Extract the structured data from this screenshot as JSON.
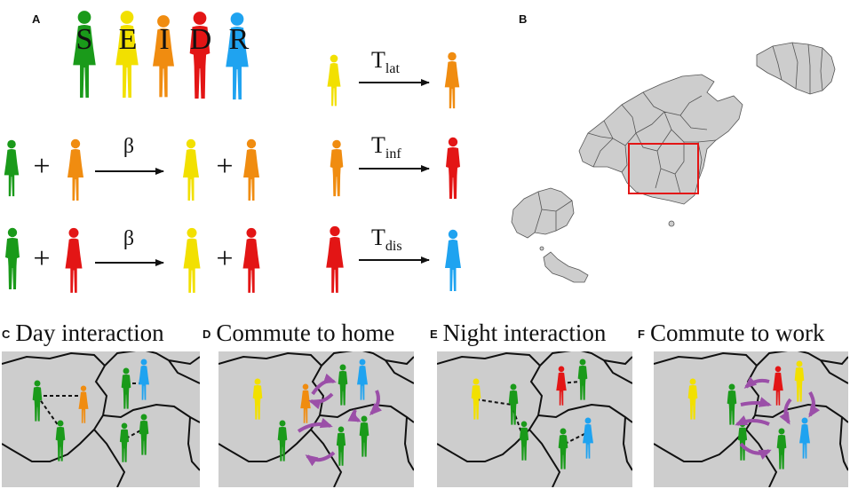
{
  "panels": {
    "a": {
      "letter": "A"
    },
    "b": {
      "letter": "B"
    },
    "c": {
      "letter": "C",
      "title": "Day interaction"
    },
    "d": {
      "letter": "D",
      "title": "Commute to home"
    },
    "e": {
      "letter": "E",
      "title": "Night interaction"
    },
    "f": {
      "letter": "F",
      "title": "Commute to work"
    }
  },
  "compartments": [
    {
      "label": "S",
      "color": "#1a9a1a"
    },
    {
      "label": "E",
      "color": "#f2e000"
    },
    {
      "label": "I",
      "color": "#f08c10"
    },
    {
      "label": "D",
      "color": "#e31515"
    },
    {
      "label": "R",
      "color": "#1fa3f0"
    }
  ],
  "reactions": {
    "beta_symbol": "β",
    "plus_symbol": "+",
    "latent": {
      "T": "T",
      "sub": "lat"
    },
    "infectious": {
      "T": "T",
      "sub": "inf"
    },
    "disease": {
      "T": "T",
      "sub": "dis"
    }
  },
  "colors": {
    "susceptible": "#1a9a1a",
    "exposed": "#f2e000",
    "infectious": "#f08c10",
    "diseased": "#e31515",
    "recovered": "#1fa3f0",
    "map_fill": "#cdcdcd",
    "highlight_box": "#e31515",
    "commute_arrow": "#9b4fa8"
  }
}
